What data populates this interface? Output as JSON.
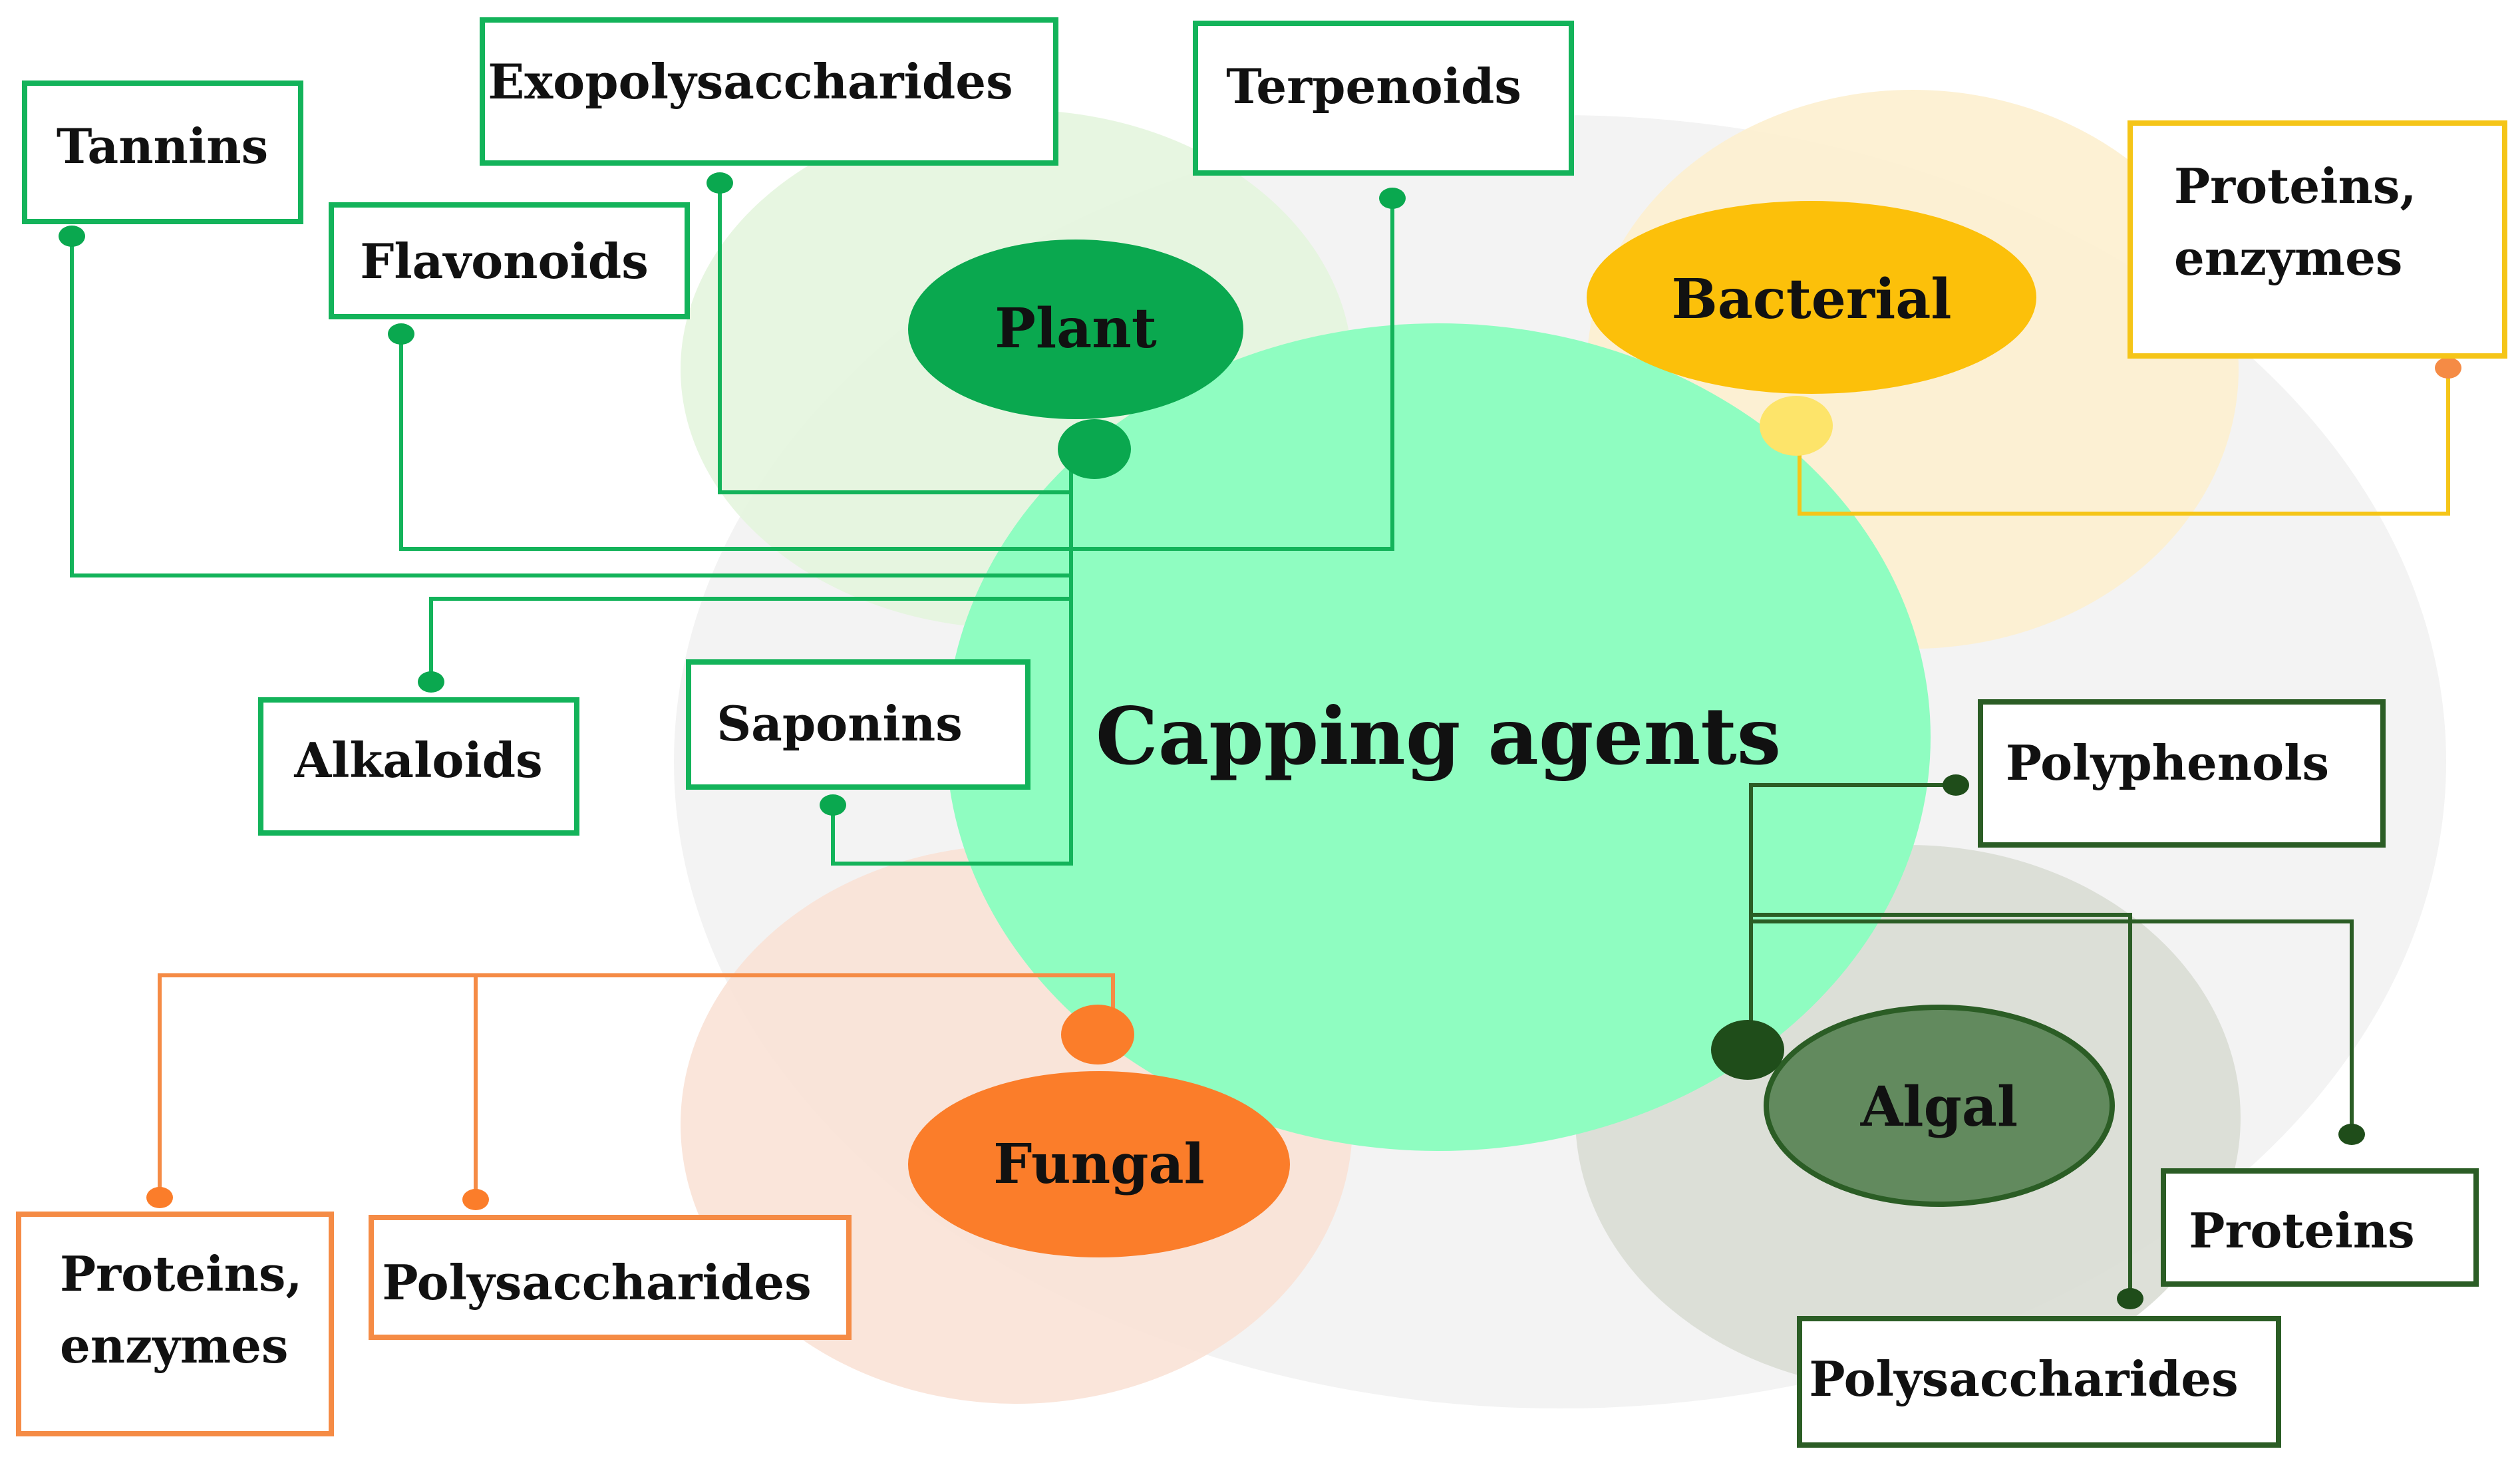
{
  "colors": {
    "plant": "#0aa84f",
    "plant_line": "#13b35a",
    "plant_bg": "#e3f4dc",
    "bacterial": "#fcc00a",
    "bacterial_line": "#f5c518",
    "bacterial_bg": "#fdf0cf",
    "fungal": "#fb7d2a",
    "fungal_line": "#f58b45",
    "fungal_bg": "#fae2d6",
    "algal": "#628a5e",
    "algal_line": "#2b5d25",
    "algal_bg": "#d9ddd4",
    "center": "#8ffdc1",
    "big_ellipse": "#f3f3f3"
  },
  "center": {
    "label": "Capping agents"
  },
  "sources": {
    "plant": {
      "label": "Plant"
    },
    "bacterial": {
      "label": "Bacterial"
    },
    "fungal": {
      "label": "Fungal"
    },
    "algal": {
      "label": "Algal"
    }
  },
  "boxes": {
    "tannins": {
      "label": "Tannins"
    },
    "exopolysaccharides": {
      "label": "Exopolysaccharides"
    },
    "terpenoids": {
      "label": "Terpenoids"
    },
    "flavonoids": {
      "label": "Flavonoids"
    },
    "alkaloids": {
      "label": "Alkaloids"
    },
    "saponins": {
      "label": "Saponins"
    },
    "bact_proteins": {
      "lines": [
        "Proteins,",
        "enzymes"
      ]
    },
    "polyphenols": {
      "label": "Polyphenols"
    },
    "algal_proteins": {
      "label": "Proteins"
    },
    "algal_polysaccharides": {
      "label": "Polysaccharides"
    },
    "fungal_proteins": {
      "lines": [
        "Proteins,",
        "enzymes"
      ]
    },
    "fungal_polysaccharides": {
      "label": "Polysaccharides"
    }
  }
}
